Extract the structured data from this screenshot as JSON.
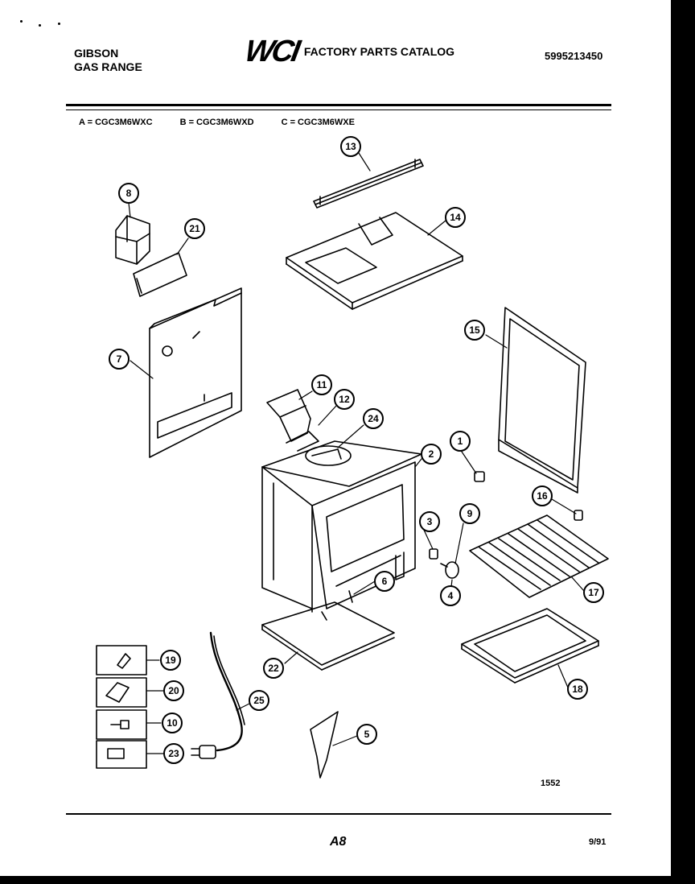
{
  "header": {
    "brand": "GIBSON",
    "product": "GAS RANGE",
    "logo_text": "WCI",
    "catalog_title": "FACTORY PARTS CATALOG",
    "catalog_number": "5995213450"
  },
  "models": [
    {
      "label": "A = CGC3M6WXC"
    },
    {
      "label": "B = CGC3M6WXD"
    },
    {
      "label": "C = CGC3M6WXE"
    }
  ],
  "callouts": [
    "1",
    "2",
    "3",
    "4",
    "5",
    "6",
    "7",
    "8",
    "9",
    "10",
    "11",
    "12",
    "13",
    "14",
    "15",
    "16",
    "17",
    "18",
    "19",
    "20",
    "21",
    "22",
    "23",
    "24",
    "25"
  ],
  "footer": {
    "figure_number": "1552",
    "page": "A8",
    "date": "9/91"
  }
}
